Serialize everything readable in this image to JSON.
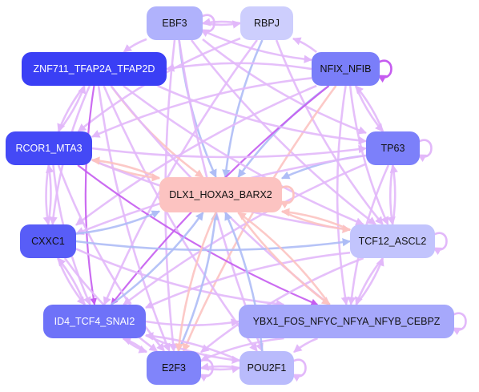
{
  "nodes": [
    {
      "id": "EBF3",
      "label": "EBF3",
      "color": "#b0b2fc"
    },
    {
      "id": "RBPJ",
      "label": "RBPJ",
      "color": "#cdcefd"
    },
    {
      "id": "ZNF711",
      "label": "ZNF711_TFAP2A_TFAP2D",
      "color": "#3a3ff5"
    },
    {
      "id": "NFIX",
      "label": "NFIX_NFIB",
      "color": "#7a7ef9"
    },
    {
      "id": "RCOR1",
      "label": "RCOR1_MTA3",
      "color": "#4449f6"
    },
    {
      "id": "TP63",
      "label": "TP63",
      "color": "#7c80fa"
    },
    {
      "id": "DLX1",
      "label": "DLX1_HOXA3_BARX2",
      "color": "#fcc3c1"
    },
    {
      "id": "CXXC1",
      "label": "CXXC1",
      "color": "#585df7"
    },
    {
      "id": "TCF12",
      "label": "TCF12_ASCL2",
      "color": "#c2c4fd"
    },
    {
      "id": "ID4",
      "label": "ID4_TCF4_SNAI2",
      "color": "#6e72f8"
    },
    {
      "id": "YBX1",
      "label": "YBX1_FOS_NFYC_NFYA_NFYB_CEBPZ",
      "color": "#a6a8fb"
    },
    {
      "id": "E2F3",
      "label": "E2F3",
      "color": "#8084fa"
    },
    {
      "id": "POU2F1",
      "label": "POU2F1",
      "color": "#b9bbfc"
    }
  ],
  "edges": [
    {
      "from": "EBF3",
      "to": "RBPJ",
      "color": "#e2b8fa"
    },
    {
      "from": "RBPJ",
      "to": "EBF3",
      "color": "#e2b8fa"
    },
    {
      "from": "EBF3",
      "to": "ZNF711",
      "color": "#e2b8fa"
    },
    {
      "from": "EBF3",
      "to": "NFIX",
      "color": "#e2b8fa"
    },
    {
      "from": "EBF3",
      "to": "TP63",
      "color": "#e2b8fa"
    },
    {
      "from": "EBF3",
      "to": "DLX1",
      "color": "#aebdf6"
    },
    {
      "from": "EBF3",
      "to": "TCF12",
      "color": "#e2b8fa"
    },
    {
      "from": "EBF3",
      "to": "E2F3",
      "color": "#e2b8fa"
    },
    {
      "from": "EBF3",
      "to": "POU2F1",
      "color": "#e2b8fa"
    },
    {
      "from": "RBPJ",
      "to": "DLX1",
      "color": "#aebdf6"
    },
    {
      "from": "RBPJ",
      "to": "RCOR1",
      "color": "#e2b8fa"
    },
    {
      "from": "RBPJ",
      "to": "ID4",
      "color": "#e2b8fa"
    },
    {
      "from": "RBPJ",
      "to": "TCF12",
      "color": "#e2b8fa"
    },
    {
      "from": "NFIX",
      "to": "RBPJ",
      "color": "#e2b8fa"
    },
    {
      "from": "NFIX",
      "to": "ZNF711",
      "color": "#e2b8fa"
    },
    {
      "from": "NFIX",
      "to": "DLX1",
      "color": "#aebdf6"
    },
    {
      "from": "NFIX",
      "to": "E2F3",
      "color": "#fcc3c1"
    },
    {
      "from": "NFIX",
      "to": "ID4",
      "color": "#c55cf0"
    },
    {
      "from": "NFIX",
      "to": "YBX1",
      "color": "#e2b8fa"
    },
    {
      "from": "NFIX",
      "to": "TCF12",
      "color": "#e2b8fa"
    },
    {
      "from": "NFIX",
      "to": "TP63",
      "color": "#e2b8fa"
    },
    {
      "from": "NFIX",
      "to": "RCOR1",
      "color": "#e2b8fa"
    },
    {
      "from": "NFIX",
      "to": "CXXC1",
      "color": "#e2b8fa"
    },
    {
      "from": "ZNF711",
      "to": "DLX1",
      "color": "#fcc3c1"
    },
    {
      "from": "ZNF711",
      "to": "TP63",
      "color": "#e2b8fa"
    },
    {
      "from": "ZNF711",
      "to": "RCOR1",
      "color": "#e2b8fa"
    },
    {
      "from": "ZNF711",
      "to": "CXXC1",
      "color": "#e2b8fa"
    },
    {
      "from": "ZNF711",
      "to": "ID4",
      "color": "#c55cf0"
    },
    {
      "from": "ZNF711",
      "to": "TCF12",
      "color": "#e2b8fa"
    },
    {
      "from": "ZNF711",
      "to": "YBX1",
      "color": "#e2b8fa"
    },
    {
      "from": "ZNF711",
      "to": "E2F3",
      "color": "#e2b8fa"
    },
    {
      "from": "ZNF711",
      "to": "POU2F1",
      "color": "#e2b8fa"
    },
    {
      "from": "RCOR1",
      "to": "DLX1",
      "color": "#fcc3c1"
    },
    {
      "from": "RCOR1",
      "to": "ZNF711",
      "color": "#e2b8fa"
    },
    {
      "from": "RCOR1",
      "to": "TP63",
      "color": "#e2b8fa"
    },
    {
      "from": "RCOR1",
      "to": "CXXC1",
      "color": "#e2b8fa"
    },
    {
      "from": "RCOR1",
      "to": "ID4",
      "color": "#e2b8fa"
    },
    {
      "from": "RCOR1",
      "to": "TCF12",
      "color": "#e2b8fa"
    },
    {
      "from": "RCOR1",
      "to": "YBX1",
      "color": "#c55cf0"
    },
    {
      "from": "RCOR1",
      "to": "E2F3",
      "color": "#e2b8fa"
    },
    {
      "from": "TP63",
      "to": "DLX1",
      "color": "#aebdf6"
    },
    {
      "from": "TP63",
      "to": "NFIX",
      "color": "#e2b8fa"
    },
    {
      "from": "TP63",
      "to": "TCF12",
      "color": "#e2b8fa"
    },
    {
      "from": "TP63",
      "to": "YBX1",
      "color": "#e2b8fa"
    },
    {
      "from": "TP63",
      "to": "CXXC1",
      "color": "#e2b8fa"
    },
    {
      "from": "TP63",
      "to": "ID4",
      "color": "#e2b8fa"
    },
    {
      "from": "CXXC1",
      "to": "DLX1",
      "color": "#aebdf6"
    },
    {
      "from": "CXXC1",
      "to": "RCOR1",
      "color": "#e2b8fa"
    },
    {
      "from": "CXXC1",
      "to": "ID4",
      "color": "#e2b8fa"
    },
    {
      "from": "CXXC1",
      "to": "TCF12",
      "color": "#aebdf6"
    },
    {
      "from": "CXXC1",
      "to": "YBX1",
      "color": "#e2b8fa"
    },
    {
      "from": "CXXC1",
      "to": "E2F3",
      "color": "#e2b8fa"
    },
    {
      "from": "TCF12",
      "to": "DLX1",
      "color": "#fcc3c1"
    },
    {
      "from": "TCF12",
      "to": "ID4",
      "color": "#e2b8fa"
    },
    {
      "from": "TCF12",
      "to": "YBX1",
      "color": "#e2b8fa"
    },
    {
      "from": "TCF12",
      "to": "E2F3",
      "color": "#e2b8fa"
    },
    {
      "from": "TCF12",
      "to": "TP63",
      "color": "#e2b8fa"
    },
    {
      "from": "ID4",
      "to": "DLX1",
      "color": "#aebdf6"
    },
    {
      "from": "ID4",
      "to": "E2F3",
      "color": "#e2b8fa"
    },
    {
      "from": "ID4",
      "to": "POU2F1",
      "color": "#e2b8fa"
    },
    {
      "from": "ID4",
      "to": "YBX1",
      "color": "#e2b8fa"
    },
    {
      "from": "ID4",
      "to": "CXXC1",
      "color": "#e2b8fa"
    },
    {
      "from": "YBX1",
      "to": "DLX1",
      "color": "#fcc3c1"
    },
    {
      "from": "YBX1",
      "to": "E2F3",
      "color": "#e2b8fa"
    },
    {
      "from": "YBX1",
      "to": "POU2F1",
      "color": "#e2b8fa"
    },
    {
      "from": "YBX1",
      "to": "TCF12",
      "color": "#e2b8fa"
    },
    {
      "from": "E2F3",
      "to": "DLX1",
      "color": "#aebdf6"
    },
    {
      "from": "E2F3",
      "to": "POU2F1",
      "color": "#e2b8fa"
    },
    {
      "from": "E2F3",
      "to": "ID4",
      "color": "#e2b8fa"
    },
    {
      "from": "POU2F1",
      "to": "DLX1",
      "color": "#aebdf6"
    },
    {
      "from": "POU2F1",
      "to": "E2F3",
      "color": "#e2b8fa"
    },
    {
      "from": "POU2F1",
      "to": "ID4",
      "color": "#e2b8fa"
    },
    {
      "from": "DLX1",
      "to": "TCF12",
      "color": "#fcc3c1"
    },
    {
      "from": "DLX1",
      "to": "YBX1",
      "color": "#fcc3c1"
    },
    {
      "from": "DLX1",
      "to": "E2F3",
      "color": "#fcc3c1"
    },
    {
      "from": "DLX1",
      "to": "RCOR1",
      "color": "#fcc3c1"
    }
  ],
  "self_loops": [
    {
      "node": "EBF3",
      "color": "#e2b8fa"
    },
    {
      "node": "NFIX",
      "color": "#c55cf0"
    },
    {
      "node": "TP63",
      "color": "#e2b8fa"
    },
    {
      "node": "DLX1",
      "color": "#fcc3c1"
    },
    {
      "node": "TCF12",
      "color": "#e2b8fa"
    },
    {
      "node": "YBX1",
      "color": "#e2b8fa"
    },
    {
      "node": "E2F3",
      "color": "#e2b8fa"
    },
    {
      "node": "POU2F1",
      "color": "#e2b8fa"
    }
  ]
}
